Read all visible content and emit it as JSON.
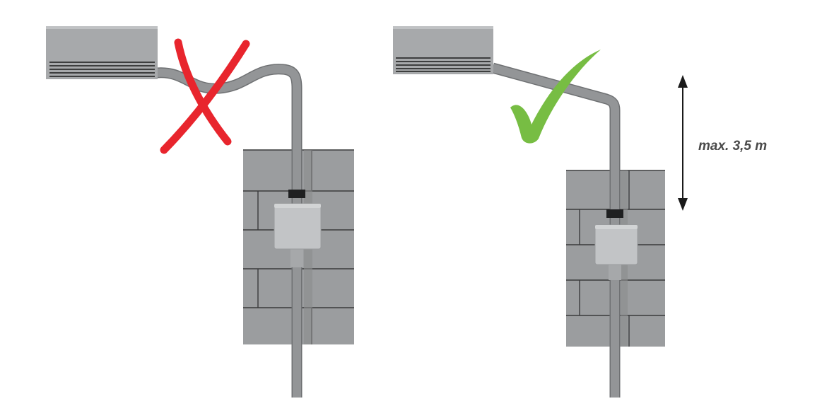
{
  "annotation": {
    "max_height_label": "max. 3,5 m"
  },
  "examples": [
    {
      "verdict": "incorrect",
      "mark_icon": "cross-icon"
    },
    {
      "verdict": "correct",
      "mark_icon": "checkmark-icon"
    }
  ],
  "colors": {
    "wrong_mark": "#e8252d",
    "right_mark": "#77bd43",
    "unit_body": "#a7a9ab",
    "pipe": "#8e9092",
    "wall": "#9b9d9f",
    "mortar": "#3a3b3c",
    "junction_box": "#c2c4c6",
    "label_text": "#4a4a4a"
  }
}
